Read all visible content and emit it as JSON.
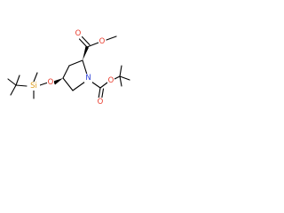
{
  "molecule": {
    "atoms": {
      "silicon": "Si",
      "ether_oxygen": "O",
      "nitrogen": "N",
      "ester_carbonyl_oxygen": "O",
      "ester_alkoxy_oxygen": "O",
      "boc_carbonyl_oxygen": "O",
      "boc_alkoxy_oxygen": "O"
    },
    "colors": {
      "bond": "#000000",
      "carbon_text": "#000000",
      "oxygen": "#e8392a",
      "nitrogen": "#2b3fd8",
      "silicon": "#e0a020"
    }
  }
}
